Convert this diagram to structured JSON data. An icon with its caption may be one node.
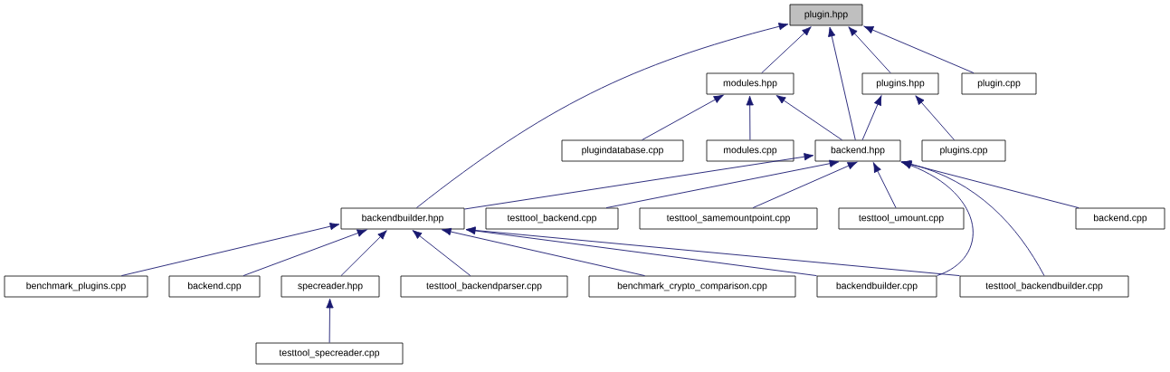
{
  "diagram": {
    "nodes": [
      {
        "text": [
          "plugin.hpp"
        ]
      },
      {
        "text": [
          "modules.hpp"
        ]
      },
      {
        "text": [
          "plugins.hpp"
        ]
      },
      {
        "text": [
          "plugin.cpp"
        ]
      },
      {
        "text": [
          "plugindatabase.cpp"
        ]
      },
      {
        "text": [
          "modules.cpp"
        ]
      },
      {
        "text": [
          "backend.hpp"
        ]
      },
      {
        "text": [
          "plugins.cpp"
        ]
      },
      {
        "text": [
          "backendbuilder.hpp"
        ]
      },
      {
        "text": [
          "testtool_backend.cpp"
        ]
      },
      {
        "text": [
          "testtool_samemountpoint.cpp"
        ]
      },
      {
        "text": [
          "testtool_umount.cpp"
        ]
      },
      {
        "text": [
          "backend.cpp"
        ]
      },
      {
        "text": [
          "benchmark_plugins.cpp"
        ]
      },
      {
        "text": [
          "backend.cpp"
        ]
      },
      {
        "text": [
          "specreader.hpp"
        ]
      },
      {
        "text": [
          "testtool_backendparser.cpp"
        ]
      },
      {
        "text": [
          "benchmark_crypto_comparison.cpp"
        ]
      },
      {
        "text": [
          "backendbuilder.cpp"
        ]
      },
      {
        "text": [
          "testtool_backendbuilder.cpp"
        ]
      },
      {
        "text": [
          "testtool_specreader.cpp"
        ]
      }
    ],
    "edges": [
      {
        "from": 1,
        "to": 0,
        "arrow": "to"
      },
      {
        "from": 2,
        "to": 0,
        "arrow": "to"
      },
      {
        "from": 3,
        "to": 0,
        "arrow": "to"
      },
      {
        "from": 6,
        "to": 0,
        "arrow": "to"
      },
      {
        "from": 8,
        "to": 0,
        "arrow": "to"
      },
      {
        "from": 4,
        "to": 1,
        "arrow": "to"
      },
      {
        "from": 5,
        "to": 1,
        "arrow": "to"
      },
      {
        "from": 6,
        "to": 1,
        "arrow": "to"
      },
      {
        "from": 6,
        "to": 2,
        "arrow": "to"
      },
      {
        "from": 7,
        "to": 2,
        "arrow": "to"
      },
      {
        "from": 8,
        "to": 6,
        "arrow": "to"
      },
      {
        "from": 9,
        "to": 6,
        "arrow": "to"
      },
      {
        "from": 10,
        "to": 6,
        "arrow": "to"
      },
      {
        "from": 11,
        "to": 6,
        "arrow": "to"
      },
      {
        "from": 12,
        "to": 6,
        "arrow": "to"
      },
      {
        "from": 18,
        "to": 6,
        "arrow": "to"
      },
      {
        "from": 19,
        "to": 6,
        "arrow": "to"
      },
      {
        "from": 13,
        "to": 8,
        "arrow": "to"
      },
      {
        "from": 14,
        "to": 8,
        "arrow": "to"
      },
      {
        "from": 15,
        "to": 8,
        "arrow": "to"
      },
      {
        "from": 16,
        "to": 8,
        "arrow": "to"
      },
      {
        "from": 17,
        "to": 8,
        "arrow": "to"
      },
      {
        "from": 18,
        "to": 8,
        "arrow": "to"
      },
      {
        "from": 19,
        "to": 8,
        "arrow": "to"
      },
      {
        "from": 20,
        "to": 15,
        "arrow": "to"
      }
    ]
  }
}
